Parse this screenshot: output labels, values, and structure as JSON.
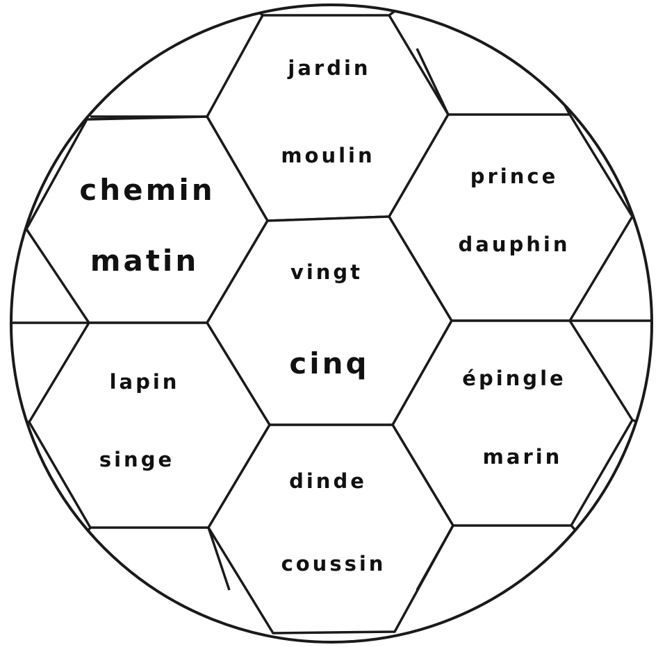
{
  "cells": {
    "top": [
      "jardin",
      "moulin"
    ],
    "left_upper": [
      "chemin",
      "matin"
    ],
    "right_upper": [
      "prince",
      "dauphin"
    ],
    "center": [
      "vingt",
      "cinq"
    ],
    "left_lower": [
      "lapin",
      "singe"
    ],
    "right_lower": [
      "épingle",
      "marin"
    ],
    "bottom": [
      "dinde",
      "coussin"
    ]
  }
}
